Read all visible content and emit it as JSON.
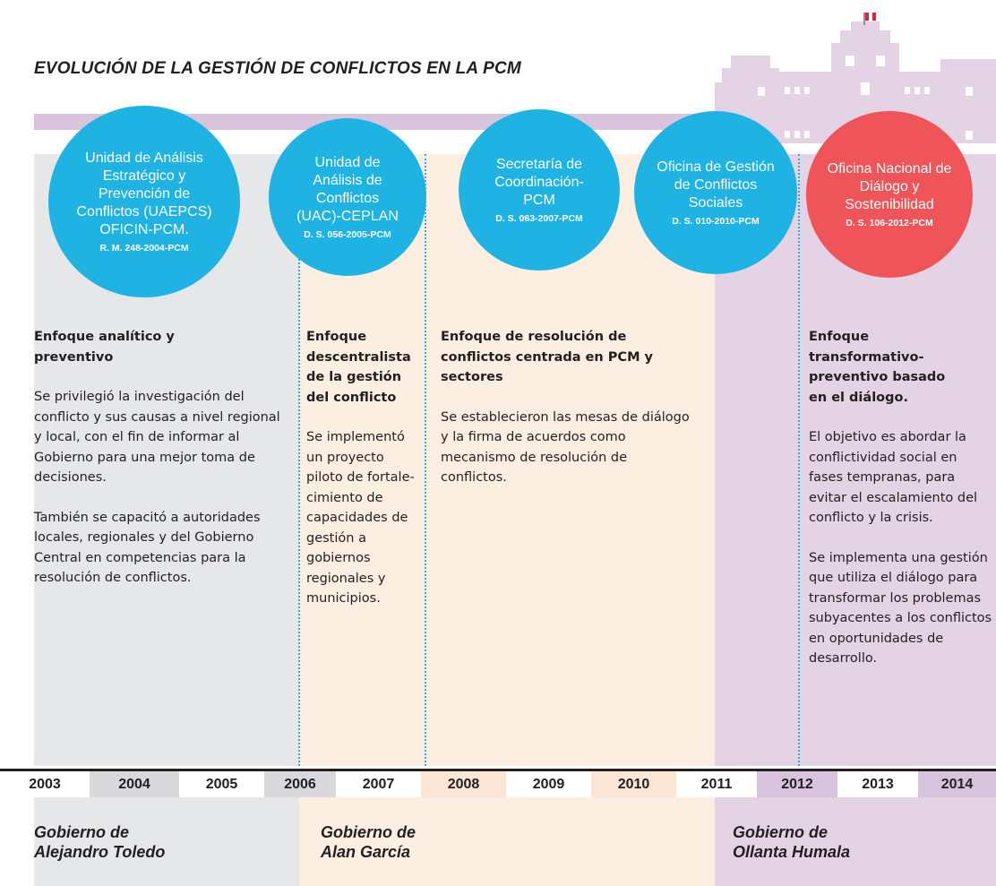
{
  "title": "EVOLUCIÓN DE LA GESTIÓN DE CONFLICTOS EN LA PCM",
  "colors": {
    "blue_circle": "#1fb3e4",
    "red_circle": "#ef5459",
    "divider": "#2ab0d8"
  },
  "circles": [
    {
      "name": "Unidad de Análisis Estratégico y Prevención de Conflictos (UAEPCS) OFICIN-PCM.",
      "decree": "R. M. 248-2004-PCM"
    },
    {
      "name": "Unidad de Análisis de Conflictos (UAC)-CEPLAN",
      "decree": "D. S. 056-2005-PCM"
    },
    {
      "name": "Secretaría de Coordinación-PCM",
      "decree": "D. S. 063-2007-PCM"
    },
    {
      "name": "Oficina de Gestión de Conflictos Sociales",
      "decree": "D. S. 010-2010-PCM"
    },
    {
      "name": "Oficina Nacional de Diálogo y Sostenibilidad",
      "decree": "D. S. 106-2012-PCM"
    }
  ],
  "columns": [
    {
      "heading": "Enfoque analítico y preventivo",
      "paragraphs": [
        "Se privilegió la investigación del conflicto y sus causas a nivel regional y local, con el fin de informar al Gobierno para una mejor toma de decisiones.",
        "También se capacitó a autoridades locales, regionales y del Gobierno Central en competencias para la resolución de conflictos."
      ]
    },
    {
      "heading": "Enfoque descentralista de la gestión del conflicto",
      "paragraphs": [
        "Se implementó un proyecto piloto de fortale-cimiento de capacidades de gestión a gobiernos regionales y municipios."
      ]
    },
    {
      "heading": "Enfoque de resolución de conflictos centrada en PCM y sectores",
      "paragraphs": [
        "Se establecieron las mesas de diálogo y la firma de acuerdos como mecanismo de resolución de conflictos."
      ]
    },
    {
      "heading": "Enfoque transformativo-preventivo basado en el diálogo.",
      "paragraphs": [
        "El objetivo es abordar la conflictividad social en fases tempranas, para evitar el escalamiento del conflicto y la crisis.",
        "Se implementa una gestión que utiliza el diálogo para transformar los problemas subyacentes a los conflictos en oportunidades de desarrollo."
      ]
    }
  ],
  "years": [
    "2003",
    "2004",
    "2005",
    "2006",
    "2007",
    "2008",
    "2009",
    "2010",
    "2011",
    "2012",
    "2013",
    "2014"
  ],
  "governments": [
    {
      "line1": "Gobierno de",
      "line2": "Alejandro Toledo"
    },
    {
      "line1": "Gobierno de",
      "line2": "Alan García"
    },
    {
      "line1": "Gobierno de",
      "line2": "Ollanta Humala"
    }
  ]
}
